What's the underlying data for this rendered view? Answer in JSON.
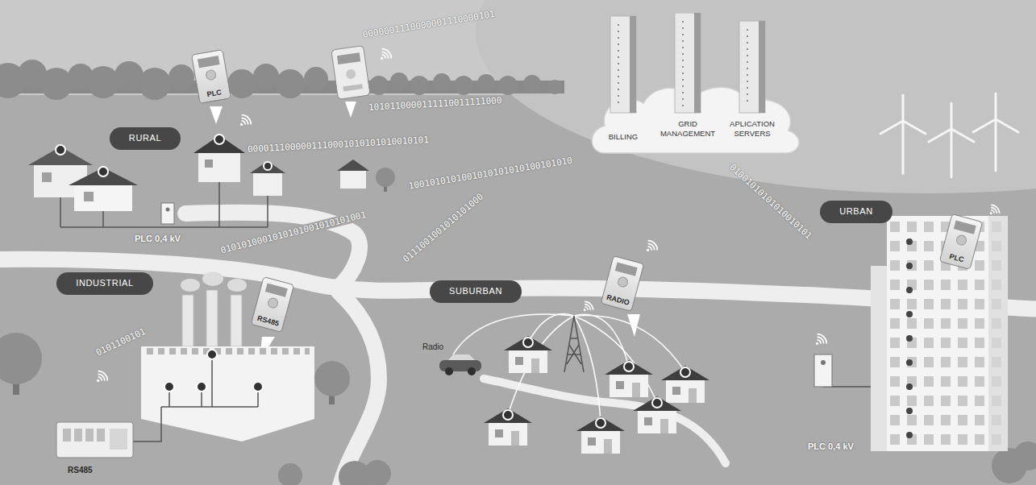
{
  "diagram": {
    "nodes": [
      {
        "text": [
          "PLC"
        ]
      },
      {
        "text": [
          "BILLING",
          "GRID MANAGEMENT",
          "APLICATION SERVERS"
        ]
      },
      {
        "text": [
          "RURAL"
        ]
      },
      {
        "text": [
          "URBAN"
        ]
      },
      {
        "text": [
          "PLC"
        ]
      },
      {
        "text": [
          "INDUSTRIAL"
        ]
      },
      {
        "text": [
          "SUBURBAN"
        ]
      },
      {
        "text": [
          "RADIO"
        ]
      },
      {
        "text": [
          "RS485"
        ]
      }
    ],
    "labels": [
      "0000001110000001110000101",
      "1010110000111110011111000",
      "0000111000001110001010101010010101",
      "1001010101001010101010100101010",
      "01001010101010010101",
      "0101010001010101001010101001",
      "PLC 0,4 kV",
      "0111001001010101000",
      "0101100101",
      "Radio",
      "PLC 0,4 kV",
      "RS485"
    ]
  }
}
